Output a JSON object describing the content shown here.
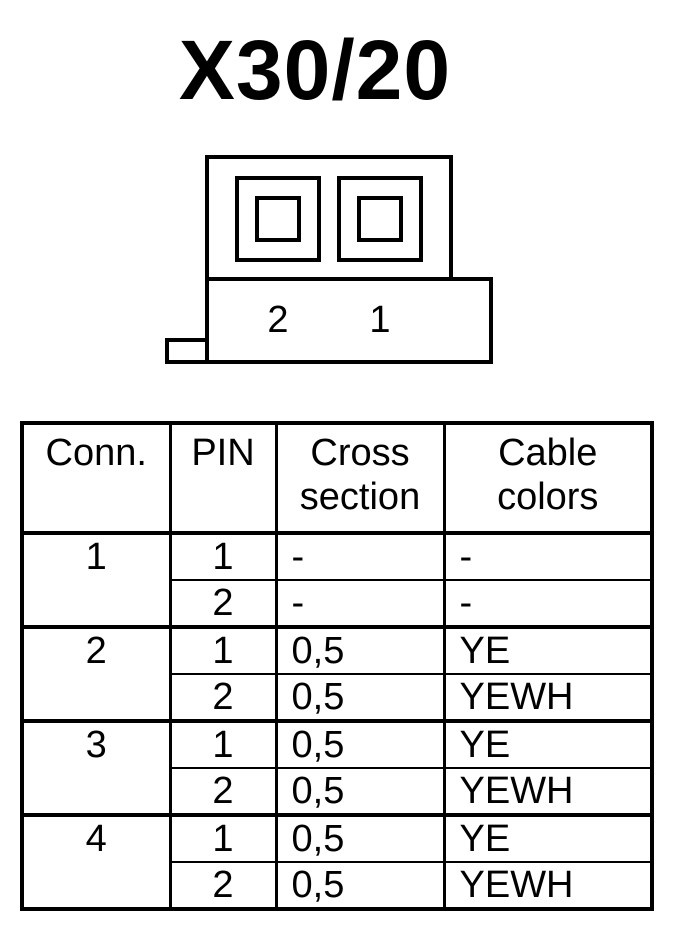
{
  "title": "X30/20",
  "connector": {
    "pin_labels": [
      "2",
      "1"
    ]
  },
  "table": {
    "headers": {
      "conn": "Conn.",
      "pin": "PIN",
      "cross_line1": "Cross",
      "cross_line2": "section",
      "colors_line1": "Cable",
      "colors_line2": "colors"
    },
    "groups": [
      {
        "conn": "1",
        "rows": [
          {
            "pin": "1",
            "cross": "-",
            "color": "-"
          },
          {
            "pin": "2",
            "cross": "-",
            "color": "-"
          }
        ]
      },
      {
        "conn": "2",
        "rows": [
          {
            "pin": "1",
            "cross": "0,5",
            "color": "YE"
          },
          {
            "pin": "2",
            "cross": "0,5",
            "color": "YEWH"
          }
        ]
      },
      {
        "conn": "3",
        "rows": [
          {
            "pin": "1",
            "cross": "0,5",
            "color": "YE"
          },
          {
            "pin": "2",
            "cross": "0,5",
            "color": "YEWH"
          }
        ]
      },
      {
        "conn": "4",
        "rows": [
          {
            "pin": "1",
            "cross": "0,5",
            "color": "YE"
          },
          {
            "pin": "2",
            "cross": "0,5",
            "color": "YEWH"
          }
        ]
      }
    ]
  }
}
